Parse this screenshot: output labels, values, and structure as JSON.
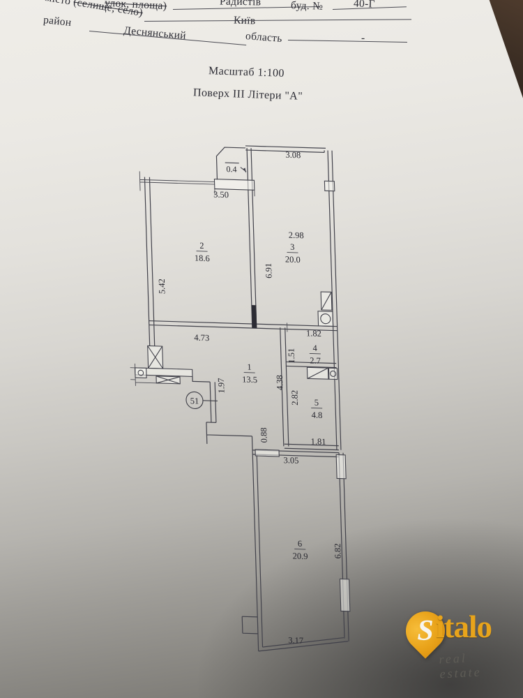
{
  "form": {
    "street_label_fragment": "улок, площа)",
    "street_value": "Радистів",
    "building_label": "буд. №",
    "building_value": "40-Г",
    "city_label": "місто ",
    "city_label_struck": "(селище, село)",
    "city_value": "Київ",
    "district_label": "район",
    "district_value": "Деснянський",
    "region_label": "область",
    "region_value": "-"
  },
  "titles": {
    "scale": "Масштаб 1:100",
    "floor_line": "Поверх ІІІ Літери \"А\""
  },
  "plan": {
    "apartment_number": "51",
    "rooms": [
      {
        "number": "1",
        "area": "13.5"
      },
      {
        "number": "2",
        "area": "18.6"
      },
      {
        "number": "3",
        "area": "20.0"
      },
      {
        "number": "4",
        "area": "2.7"
      },
      {
        "number": "5",
        "area": "4.8"
      },
      {
        "number": "6",
        "area": "20.9"
      }
    ],
    "dims": {
      "d308": "3.08",
      "d04": "0.4",
      "d350": "3.50",
      "d298": "2.98",
      "d542": "5.42",
      "d691": "6.91",
      "d473": "4.73",
      "d182": "1.82",
      "d151": "1.51",
      "d438": "4.38",
      "d282": "2.82",
      "d197": "1.97",
      "d088": "0.88",
      "d181": "1.81",
      "d305": "3.05",
      "d682": "6.82",
      "d317": "3.17"
    }
  },
  "logo": {
    "initial": "S",
    "name_rest": "italo",
    "tagline": "real estate",
    "accent_color": "#e8a41b"
  }
}
